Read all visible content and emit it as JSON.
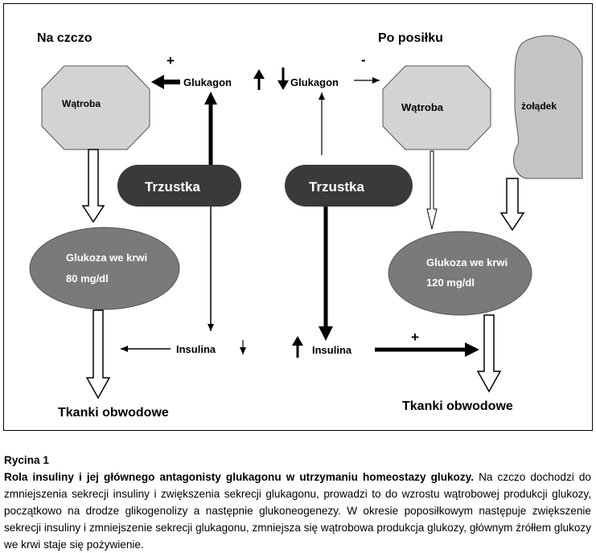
{
  "diagram": {
    "left_heading": "Na czczo",
    "right_heading": "Po posiłku",
    "liver_left": "Wątroba",
    "liver_right": "Wątroba",
    "stomach": "żołądek",
    "pancreas_left": "Trzustka",
    "pancreas_right": "Trzustka",
    "blood_left_line1": "Glukoza we krwi",
    "blood_left_line2": "80 mg/dl",
    "blood_right_line1": "Glukoza we krwi",
    "blood_right_line2": "120 mg/dl",
    "glucagon_left": "Glukagon",
    "glucagon_right": "Glukagon",
    "insulin_left": "Insulina",
    "insulin_right": "Insulina",
    "plus_left": "+",
    "minus_right": "-",
    "plus_right": "+",
    "tissues_left": "Tkanki obwodowe",
    "tissues_right": "Tkanki obwodowe"
  },
  "caption": {
    "title": "Rycina 1",
    "bold": "Rola insuliny i jej głównego antagonisty glukagonu w utrzymaniu homeostazy glukozy.",
    "text": " Na czczo dochodzi do zmniejszenia sekrecji insuliny i zwiększenia sekrecji glukagonu, prowadzi to do wzrostu wątrobowej produkcji glukozy, początkowo na drodze glikogenolizy a następnie glukoneogenezy. W okresie poposiłkowym następuje zwiększenie sekrecji insuliny i zmniejszenie sekrecji glukagonu, zmniejsza się wątrobowa produkcja glukozy, głównym źrółłem glukozy we krwi staje się pożywienie."
  },
  "colors": {
    "liver": "#d3d3d3",
    "stomach": "#c4c4c4",
    "pancreas": "#3a3a3a",
    "blood": "#7a7a7a"
  }
}
